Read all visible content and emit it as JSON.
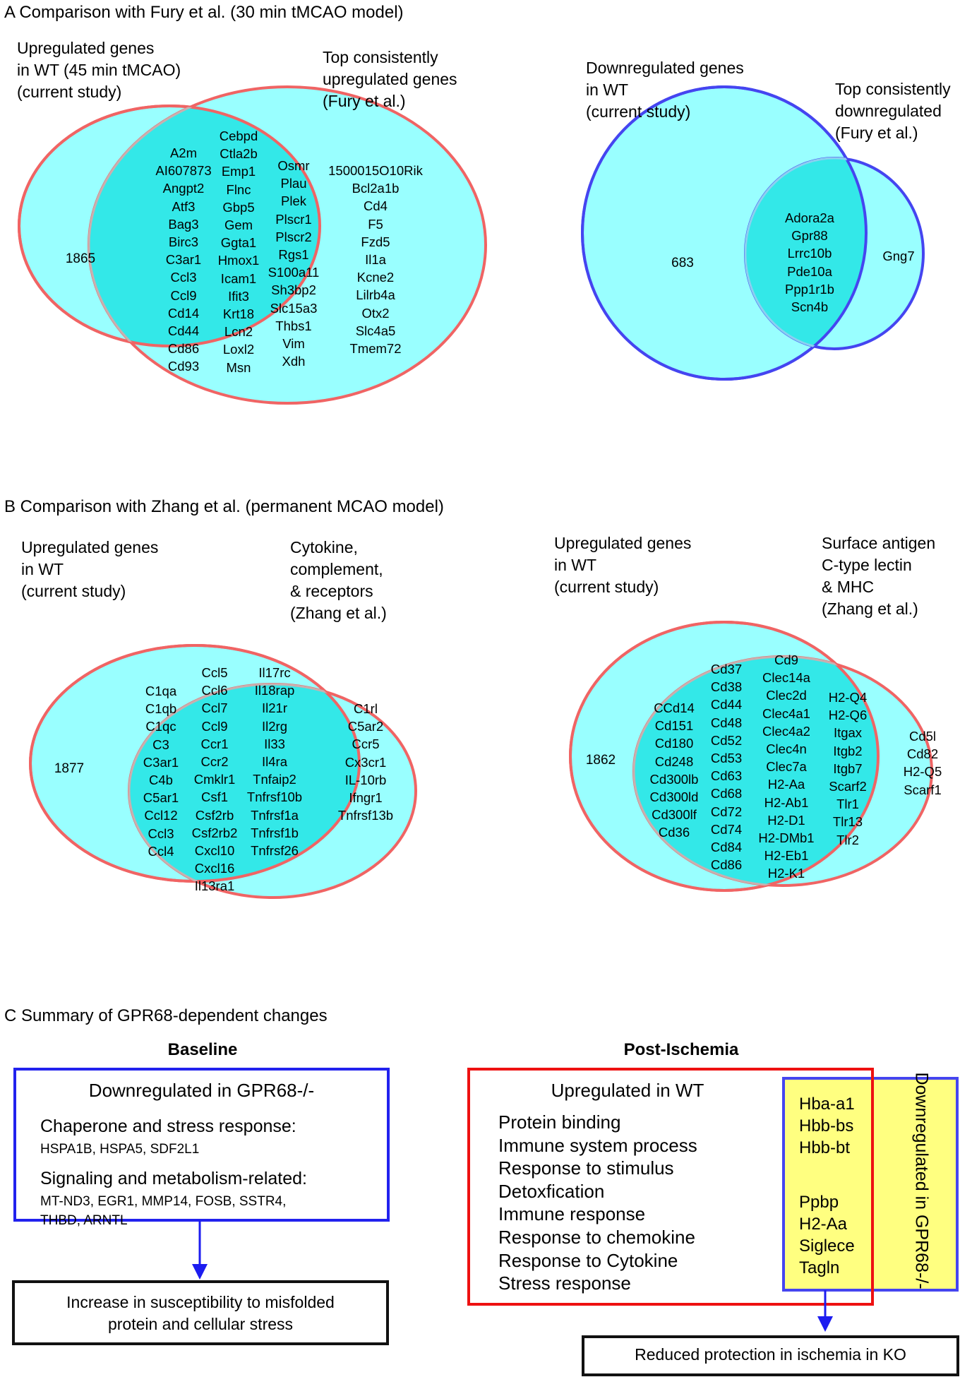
{
  "panel_a": {
    "title": "A  Comparison with Fury et al. (30 min tMCAO model)",
    "venn_up": {
      "label_left": [
        "Upregulated genes",
        "in WT (45 min tMCAO)",
        "(current study)"
      ],
      "label_right": [
        "Top consistently",
        "upregulated genes",
        "(Fury et al.)"
      ],
      "left_only_count": "1865",
      "col1": [
        "A2m",
        "AI607873",
        "Angpt2",
        "Atf3",
        "Bag3",
        "Birc3",
        "C3ar1",
        "Ccl3",
        "Ccl9",
        "Cd14",
        "Cd44",
        "Cd86",
        "Cd93"
      ],
      "col2": [
        "Cebpd",
        "Ctla2b",
        "Emp1",
        "Flnc",
        "Gbp5",
        "Gem",
        "Ggta1",
        "Hmox1",
        "Icam1",
        "Ifit3",
        "Krt18",
        "Lcn2",
        "Loxl2",
        "Msn"
      ],
      "col3": [
        "Osmr",
        "Plau",
        "Plek",
        "Plscr1",
        "Plscr2",
        "Rgs1",
        "S100a11",
        "Sh3bp2",
        "Slc15a3",
        "Thbs1",
        "Vim",
        "Xdh"
      ],
      "right_only": [
        "1500015O10Rik",
        "Bcl2a1b",
        "Cd4",
        "F5",
        "Fzd5",
        "Il1a",
        "Kcne2",
        "Lilrb4a",
        "Otx2",
        "Slc4a5",
        "Tmem72"
      ]
    },
    "venn_down": {
      "label_left": [
        "Downregulated genes",
        "in WT",
        "(current study)"
      ],
      "label_right": [
        "Top consistently",
        "downregulated",
        "(Fury et al.)"
      ],
      "left_only_count": "683",
      "overlap": [
        "Adora2a",
        "Gpr88",
        "Lrrc10b",
        "Pde10a",
        "Ppp1r1b",
        "Scn4b"
      ],
      "right_only": [
        "Gng7"
      ]
    }
  },
  "panel_b": {
    "title": "B  Comparison with Zhang et al. (permanent MCAO model)",
    "venn_cytokine": {
      "label_left": [
        "Upregulated genes",
        "in WT",
        "(current study)"
      ],
      "label_right": [
        "Cytokine,",
        "complement,",
        "& receptors",
        "(Zhang et al.)"
      ],
      "left_only_count": "1877",
      "col1": [
        "C1qa",
        "C1qb",
        "C1qc",
        "C3",
        "C3ar1",
        "C4b",
        "C5ar1",
        "Ccl12",
        "Ccl3",
        "Ccl4"
      ],
      "col2": [
        "Ccl5",
        "Ccl6",
        "Ccl7",
        "Ccl9",
        "Ccr1",
        "Ccr2",
        "Cmklr1",
        "Csf1",
        "Csf2rb",
        "Csf2rb2",
        "Cxcl10",
        "Cxcl16",
        "Il13ra1"
      ],
      "col3": [
        "Il17rc",
        "Il18rap",
        "Il21r",
        "Il2rg",
        "Il33",
        "Il4ra",
        "Tnfaip2",
        "Tnfrsf10b",
        "Tnfrsf1a",
        "Tnfrsf1b",
        "Tnfrsf26"
      ],
      "right_only": [
        "C1rl",
        "C5ar2",
        "Ccr5",
        "Cx3cr1",
        "IL-10rb",
        "Ifngr1",
        "Tnfrsf13b"
      ]
    },
    "venn_surface": {
      "label_left": [
        "Upregulated genes",
        "in WT",
        "(current study)"
      ],
      "label_right": [
        "Surface antigen",
        "C-type lectin",
        "& MHC",
        "(Zhang et al.)"
      ],
      "left_only_count": "1862",
      "col1": [
        "CCd14",
        "Cd151",
        "Cd180",
        "Cd248",
        "Cd300lb",
        "Cd300ld",
        "Cd300lf",
        "Cd36"
      ],
      "col2": [
        "Cd37",
        "Cd38",
        "Cd44",
        "Cd48",
        "Cd52",
        "Cd53",
        "Cd63",
        "Cd68",
        "Cd72",
        "Cd74",
        "Cd84",
        "Cd86"
      ],
      "col3": [
        "Cd9",
        "Clec14a",
        "Clec2d",
        "Clec4a1",
        "Clec4a2",
        "Clec4n",
        "Clec7a",
        "H2-Aa",
        "H2-Ab1",
        "H2-D1",
        "H2-DMb1",
        "H2-Eb1",
        "H2-K1"
      ],
      "col4": [
        "H2-Q4",
        "H2-Q6",
        "Itgax",
        "Itgb2",
        "Itgb7",
        "Scarf2",
        "Tlr1",
        "Tlr13",
        "Tlr2"
      ],
      "right_only": [
        "Cd5l",
        "Cd82",
        "H2-Q5",
        "Scarf1"
      ]
    }
  },
  "panel_c": {
    "title": "C  Summary of GPR68-dependent changes",
    "baseline": {
      "heading": "Baseline",
      "box_title": "Downregulated in GPR68-/-",
      "group1_title": "Chaperone and stress response:",
      "group1_genes": "HSPA1B, HSPA5, SDF2L1",
      "group2_title": "Signaling and metabolism-related:",
      "group2_genes_line1": "MT-ND3, EGR1, MMP14, FOSB, SSTR4,",
      "group2_genes_line2": "THBD, ARNTL",
      "result_line1": "Increase in susceptibility to misfolded",
      "result_line2": "protein and cellular stress"
    },
    "post": {
      "heading": "Post-Ischemia",
      "box_title": "Upregulated in WT",
      "terms": [
        "Protein binding",
        "Immune system process",
        "Response to stimulus",
        "Detoxfication",
        "Immune response",
        "Response to chemokine",
        "Response to Cytokine",
        "Stress response"
      ],
      "genes_group1": [
        "Hba-a1",
        "Hbb-bs",
        "Hbb-bt"
      ],
      "genes_group2": [
        "Ppbp",
        "H2-Aa",
        "Siglece",
        "Tagln"
      ],
      "side_label": "Downregulated in GPR68-/-",
      "result": "Reduced protection in ischemia in KO"
    }
  },
  "colors": {
    "fill": "#99ffff",
    "overlap": "#33e8e8",
    "red": "#f06464",
    "blue": "#4545f0",
    "yellow": "#ffff80",
    "arrow": "#1c1cf0"
  }
}
